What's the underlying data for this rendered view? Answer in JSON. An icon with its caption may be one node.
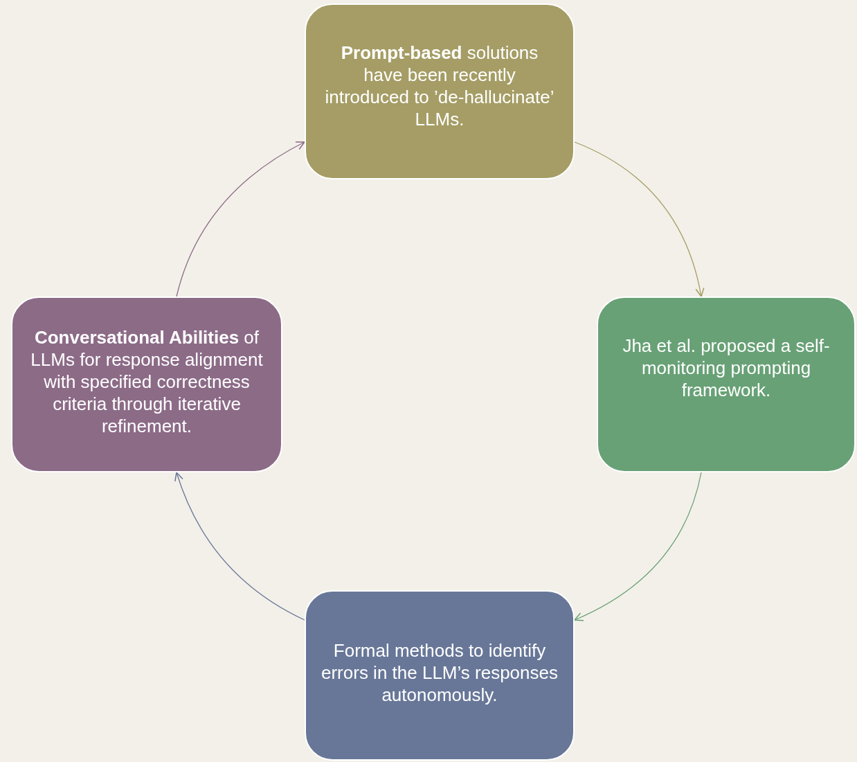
{
  "diagram": {
    "nodes": [
      {
        "text": [
          "**Prompt-based** solutions have been recently introduced to ’de-hallucinate’ LLMs."
        ]
      },
      {
        "text": [
          "Jha et al. proposed a self-monitoring prompting framework."
        ]
      },
      {
        "text": [
          "Formal methods to identify errors in the LLM’s responses autonomously."
        ]
      },
      {
        "text": [
          "**Conversational Abilities** of LLMs for response alignment with specified correctness criteria through iterative refinement."
        ]
      }
    ],
    "edges": [
      {
        "from": 0,
        "to": 1,
        "arrow": "to",
        "color": "#a59d65"
      },
      {
        "from": 1,
        "to": 2,
        "arrow": "to",
        "color": "#68a176"
      },
      {
        "from": 2,
        "to": 3,
        "arrow": "to",
        "color": "#687798"
      },
      {
        "from": 3,
        "to": 0,
        "arrow": "to",
        "color": "#8c6b87"
      }
    ]
  }
}
